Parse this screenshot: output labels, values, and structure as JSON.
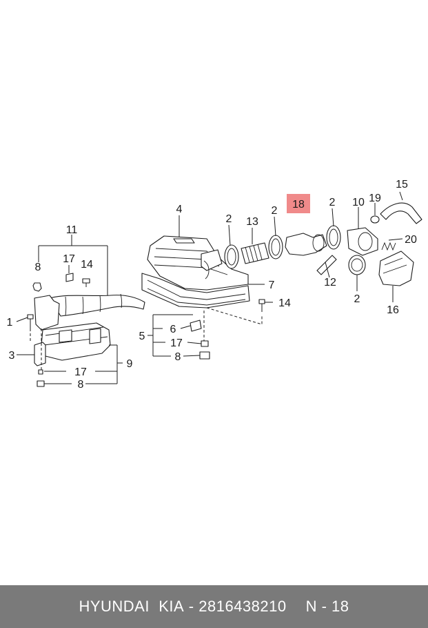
{
  "callouts": {
    "c1": "1",
    "c2a": "2",
    "c2b": "2",
    "c2c": "2",
    "c2d": "2",
    "c3": "3",
    "c4": "4",
    "c5": "5",
    "c6": "6",
    "c7": "7",
    "c8a": "8",
    "c8b": "8",
    "c8c": "8",
    "c9": "9",
    "c10": "10",
    "c11": "11",
    "c12": "12",
    "c13": "13",
    "c14a": "14",
    "c14b": "14",
    "c15": "15",
    "c16": "16",
    "c17a": "17",
    "c17b": "17",
    "c17c": "17",
    "c18": "18",
    "c19": "19",
    "c20": "20"
  },
  "highlight": {
    "part": "18",
    "color": "#f08a8a"
  },
  "footer": {
    "brand": "HYUNDAI",
    "make": "KIA",
    "sep": "-",
    "part_number": "2816438210",
    "ref": "N - 18",
    "bg_color": "#7a7a7a"
  }
}
